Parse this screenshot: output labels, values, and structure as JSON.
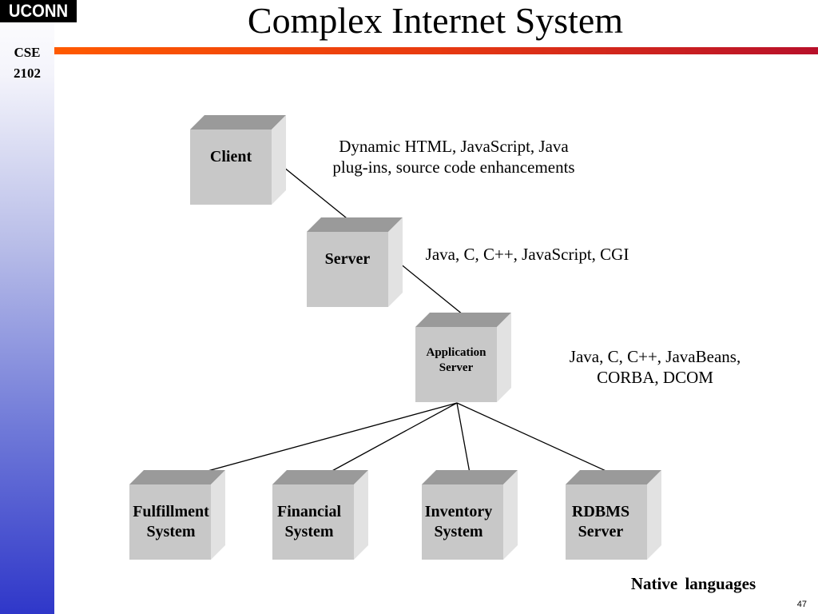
{
  "slide": {
    "logo_text": "UCONN",
    "course_code": "CSE",
    "course_number": "2102",
    "title": "Complex Internet System",
    "page_number": "47",
    "colors": {
      "bar_start": "#ff5a00",
      "bar_end": "#b8102a",
      "sidebar_bottom": "#2f37c9",
      "box_front": "#c8c8c8",
      "box_top": "#9a9a9a",
      "box_side": "#e2e2e2"
    }
  },
  "diagram": {
    "nodes": {
      "client": {
        "label": "Client"
      },
      "server": {
        "label": "Server"
      },
      "application_server": {
        "line1": "Application",
        "line2": "Server"
      },
      "fulfillment": {
        "line1": "Fulfillment",
        "line2": "System"
      },
      "financial": {
        "line1": "Financial",
        "line2": "System"
      },
      "inventory": {
        "line1": "Inventory",
        "line2": "System"
      },
      "rdbms": {
        "line1": "RDBMS",
        "line2": "Server"
      }
    },
    "notes": {
      "client_tech_line1": "Dynamic HTML, JavaScript, Java",
      "client_tech_line2": "plug-ins, source code enhancements",
      "server_tech": "Java, C, C++, JavaScript, CGI",
      "app_tech_line1": "Java, C, C++, JavaBeans,",
      "app_tech_line2": "CORBA, DCOM",
      "backend_tech": "Native languages"
    }
  }
}
